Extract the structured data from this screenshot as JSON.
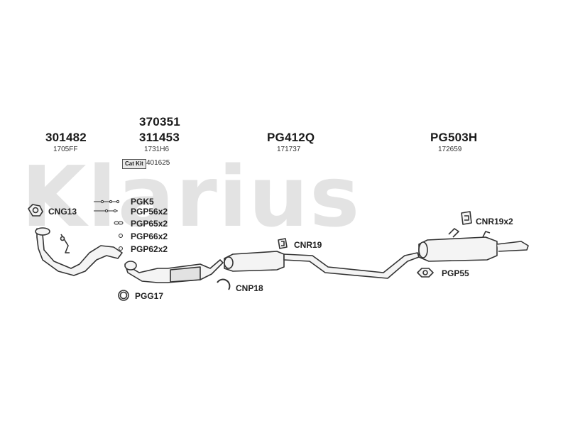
{
  "watermark": "Klarius",
  "headers": [
    {
      "id": "h1",
      "codes": [
        "301482"
      ],
      "sub": "1705FF"
    },
    {
      "id": "h2",
      "codes": [
        "370351",
        "311453"
      ],
      "sub": "1731H6"
    },
    {
      "id": "h3",
      "codes": [
        "PG412Q"
      ],
      "sub": "171737"
    },
    {
      "id": "h4",
      "codes": [
        "PG503H"
      ],
      "sub": "172659"
    }
  ],
  "cat_kit": {
    "badge": "Cat Kit",
    "code": "401625"
  },
  "parts": {
    "cng13": "CNG13",
    "pgk5": "PGK5",
    "pgp56": "PGP56x2",
    "pgp65": "PGP65x2",
    "pgp66": "PGP66x2",
    "pgp62": "PGP62x2",
    "pgg17": "PGG17",
    "cnp18": "CNP18",
    "cnr19": "CNR19",
    "cnr19x2": "CNR19x2",
    "pgp55": "PGP55"
  },
  "colors": {
    "line": "#333333",
    "watermark": "#e3e3e3",
    "fill": "#f4f4f4"
  }
}
